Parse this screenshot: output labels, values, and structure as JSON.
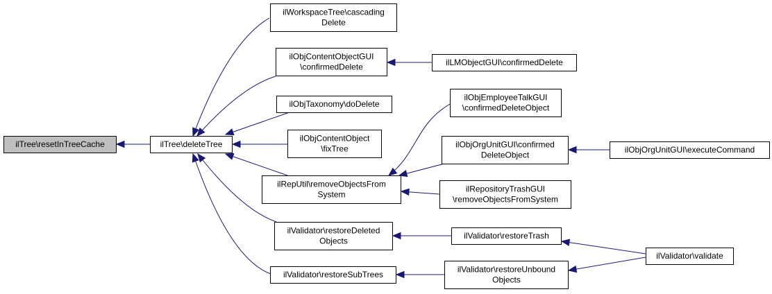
{
  "colors": {
    "edge": "#191970",
    "node_fill": "#ffffff",
    "highlight_fill": "#bfbfbf",
    "border": "#000000"
  },
  "nodes": {
    "resetInTreeCache": {
      "lines": [
        "ilTree\\resetInTreeCache"
      ],
      "highlight": true
    },
    "deleteTree": {
      "lines": [
        "ilTree\\deleteTree"
      ]
    },
    "wsCascadingDelete": {
      "lines": [
        "ilWorkspaceTree\\cascading",
        "Delete"
      ]
    },
    "contentObjGuiConfirmedDelete": {
      "lines": [
        "ilObjContentObjectGUI",
        "\\confirmedDelete"
      ]
    },
    "lmObjGuiConfirmedDelete": {
      "lines": [
        "ilLMObjectGUI\\confirmedDelete"
      ]
    },
    "taxonomyDoDelete": {
      "lines": [
        "ilObjTaxonomy\\doDelete"
      ]
    },
    "contentObjFixTree": {
      "lines": [
        "ilObjContentObject",
        "\\fixTree"
      ]
    },
    "repUtilRemove": {
      "lines": [
        "ilRepUtil\\removeObjectsFrom",
        "System"
      ]
    },
    "empTalkConfirmedDelete": {
      "lines": [
        "ilObjEmployeeTalkGUI",
        "\\confirmedDeleteObject"
      ]
    },
    "orgUnitConfirmedDelete": {
      "lines": [
        "ilObjOrgUnitGUI\\confirmed",
        "DeleteObject"
      ]
    },
    "orgUnitExecuteCommand": {
      "lines": [
        "ilObjOrgUnitGUI\\executeCommand"
      ]
    },
    "repoTrashRemove": {
      "lines": [
        "ilRepositoryTrashGUI",
        "\\removeObjectsFromSystem"
      ]
    },
    "validatorRestoreDeleted": {
      "lines": [
        "ilValidator\\restoreDeleted",
        "Objects"
      ]
    },
    "validatorRestoreTrash": {
      "lines": [
        "ilValidator\\restoreTrash"
      ]
    },
    "validatorValidate": {
      "lines": [
        "ilValidator\\validate"
      ]
    },
    "validatorRestoreSubTrees": {
      "lines": [
        "ilValidator\\restoreSubTrees"
      ]
    },
    "validatorRestoreUnbound": {
      "lines": [
        "ilValidator\\restoreUnbound",
        "Objects"
      ]
    }
  },
  "edges": [
    {
      "from": "deleteTree",
      "to": "resetInTreeCache"
    },
    {
      "from": "wsCascadingDelete",
      "to": "deleteTree"
    },
    {
      "from": "contentObjGuiConfirmedDelete",
      "to": "deleteTree"
    },
    {
      "from": "taxonomyDoDelete",
      "to": "deleteTree"
    },
    {
      "from": "contentObjFixTree",
      "to": "deleteTree"
    },
    {
      "from": "repUtilRemove",
      "to": "deleteTree"
    },
    {
      "from": "validatorRestoreDeleted",
      "to": "deleteTree"
    },
    {
      "from": "validatorRestoreSubTrees",
      "to": "deleteTree"
    },
    {
      "from": "lmObjGuiConfirmedDelete",
      "to": "contentObjGuiConfirmedDelete"
    },
    {
      "from": "empTalkConfirmedDelete",
      "to": "repUtilRemove"
    },
    {
      "from": "orgUnitConfirmedDelete",
      "to": "repUtilRemove"
    },
    {
      "from": "repoTrashRemove",
      "to": "repUtilRemove"
    },
    {
      "from": "orgUnitExecuteCommand",
      "to": "orgUnitConfirmedDelete"
    },
    {
      "from": "validatorRestoreTrash",
      "to": "validatorRestoreDeleted"
    },
    {
      "from": "validatorRestoreUnbound",
      "to": "validatorRestoreSubTrees"
    },
    {
      "from": "validatorValidate",
      "to": "validatorRestoreTrash"
    },
    {
      "from": "validatorValidate",
      "to": "validatorRestoreUnbound"
    }
  ]
}
